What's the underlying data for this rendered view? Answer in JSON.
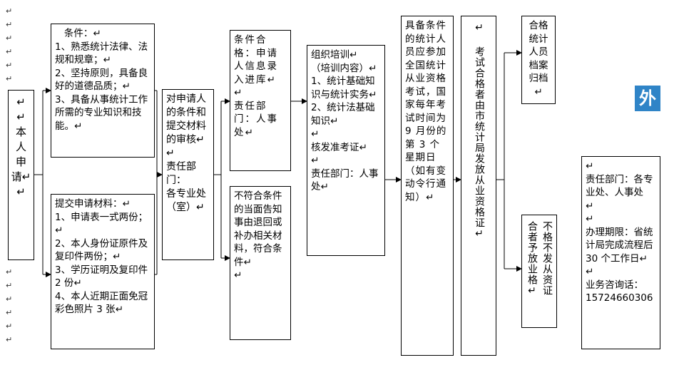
{
  "margin_marks_top": "↵\n↵\n↵\n↵\n↵\n↵",
  "margin_marks_bottom": "↵\n↵\n↵\n↵\n↵\n↵",
  "applicant": {
    "text": "↵\n↵\n本\n人\n申\n请↵\n↵"
  },
  "conditions": {
    "text": "   条件：↵\n1、熟悉统计法律、法规和规章；↵\n2、坚持原则，具备良好的道德品质；↵\n3、具备从事统计工作所需的专业知识和技能。↵"
  },
  "materials": {
    "text": "提交申请材料：↵\n1、申请表一式两份；↵\n2、本人身份证原件及复印件两份；↵\n3、学历证明及复印件 2 份↵\n4、本人近期正面免冠彩色照片 3 张↵"
  },
  "review": {
    "text": "对申请人的条件和提交材料的审核↵\n↵\n责任部门：\n各专业处（室）↵"
  },
  "qualified_entry": {
    "text": "条件合格：申请人信息录入进库↵\n↵\n责任部门：人事处↵"
  },
  "unqualified_return": {
    "text": "不符合条件的当面告知事由退回或补办相关材料，符合条件↵\n↵"
  },
  "training": {
    "text": "组织培训↵\n（培训内容）↵\n1、统计基础知识与统计实务↵\n2、统计法基础知识↵\n↵\n核发准考证↵\n↵\n责任部门：人事处↵"
  },
  "national_exam": {
    "text": "具备条件的统计人员应参加全国统计从业资格考试，国家每年考试时间为 9 月份的第 3 个星期日（如有变动令行通知）↵"
  },
  "certificate_issue": {
    "text": "↵\n考试合格者由市统计局发放从业资格证↵"
  },
  "archive": {
    "text": "合格统计人员档案归档↵"
  },
  "fail_note": {
    "col1": "不格不发从资证",
    "col2": "合者予放业格↵"
  },
  "responsibility": {
    "text": "↵\n责任部门：各专业处、人事处  ↵\n↵\n办理期限：省统计局完成流程后 30 个工作日↵\n↵\n业务咨询话：\n15724660306"
  },
  "badge": {
    "text": "外"
  }
}
